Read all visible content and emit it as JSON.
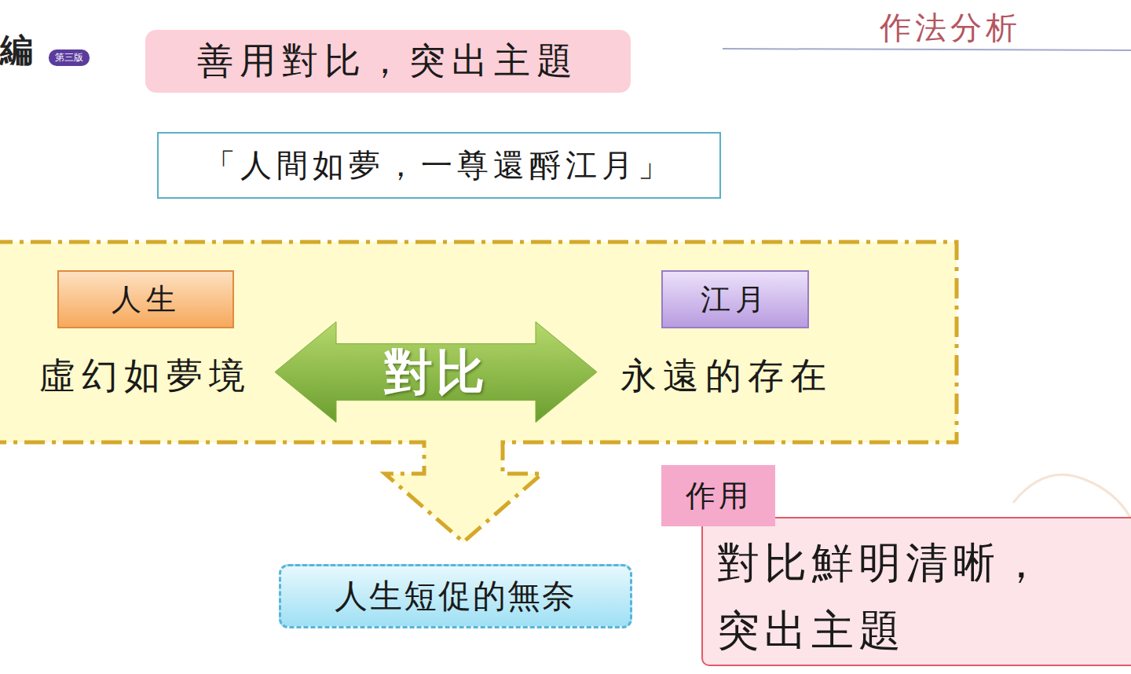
{
  "diagram": {
    "title": "作法分析",
    "nodes": [
      {
        "text": [
          "善用對比，突出主題"
        ]
      },
      {
        "text": [
          "「人間如夢，一尊還酹江月」"
        ]
      },
      {
        "text": [
          "人生",
          "虛幻如夢境"
        ]
      },
      {
        "text": [
          "江月",
          "永遠的存在"
        ]
      },
      {
        "text": [
          "人生短促的無奈"
        ]
      },
      {
        "text": [
          "作用",
          "對比鮮明清晰，突出主題"
        ]
      }
    ],
    "edges": [
      {
        "from": 2,
        "to": 3,
        "label": "對比",
        "arrow": "both"
      }
    ],
    "labels": [
      "編",
      "第三版"
    ]
  }
}
